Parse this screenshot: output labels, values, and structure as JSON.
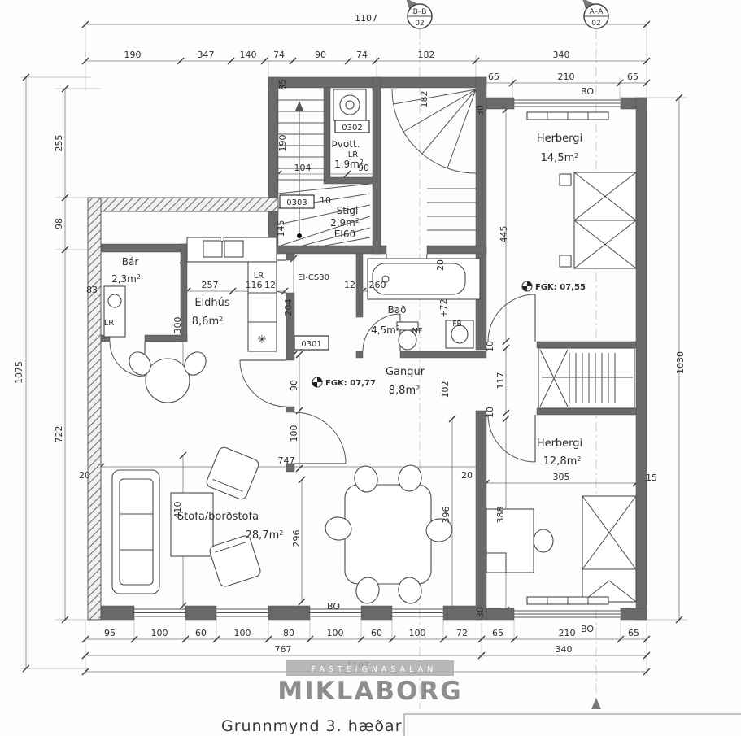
{
  "title": "Grunnmynd 3. hæðar",
  "branding": {
    "tagline": "FASTEIGNASALAN",
    "brand": "MIKLABORG"
  },
  "markers": {
    "bb_label": "B–B",
    "bb_num": "02",
    "aa_label": "A–A",
    "aa_num": "02"
  },
  "levels": {
    "hall": "FGK: 07,77",
    "bedroom": "FGK: 07,55"
  },
  "rooms": {
    "laundry": {
      "num": "0302",
      "name": "Þvott.",
      "lr": "LR",
      "area": "1,9m",
      "sup": "2"
    },
    "stairwell": {
      "num": "0303",
      "name": "Stigi",
      "area": "2,9m",
      "sup": "2",
      "fire": "EI60"
    },
    "bedroom1": {
      "name": "Herbergi",
      "area": "14,5m",
      "sup": "2"
    },
    "bedroom2": {
      "name": "Herbergi",
      "area": "12,8m",
      "sup": "2"
    },
    "bar": {
      "name": "Bár",
      "area": "2,3m",
      "sup": "2",
      "lr": "LR"
    },
    "kitchen": {
      "name": "Eldhús",
      "area": "8,6m",
      "sup": "2",
      "lr": "LR"
    },
    "bath": {
      "name": "Bað",
      "area": "4,5m",
      "sup": "2",
      "nf": "NF"
    },
    "hall": {
      "num": "0301",
      "name": "Gangur",
      "area": "8,8m",
      "sup": "2"
    },
    "living": {
      "name": "Stofa/borðstofa",
      "area": "28,7m",
      "sup": "2"
    }
  },
  "annotations": {
    "fire_door": "EI-CS30",
    "fb": "FB",
    "window": "BO",
    "stove": "✳"
  },
  "dims": {
    "top_total": "1107",
    "top": [
      "190",
      "347",
      "140",
      "74",
      "90",
      "74",
      "182",
      "340"
    ],
    "top_right": [
      "65",
      "210",
      "65"
    ],
    "left_total": "1075",
    "left": [
      "255",
      "98",
      "722"
    ],
    "left_small": "83",
    "right_total": "1030",
    "bottom": [
      "95",
      "100",
      "60",
      "100",
      "80",
      "100",
      "60",
      "100",
      "72",
      "65",
      "210",
      "65"
    ],
    "bottom_sub": [
      "767",
      "340"
    ],
    "bottom_total": "1107",
    "stair_v": [
      "85",
      "190",
      "145"
    ],
    "stair_h": [
      "104",
      "90",
      "10"
    ],
    "stairwell_v": [
      "182",
      "30",
      "30"
    ],
    "kitchen_h": [
      "257",
      "116",
      "12",
      "12",
      "260"
    ],
    "kitchen_v": [
      "300",
      "204"
    ],
    "hall_v": [
      "20",
      "+72",
      "102",
      "90",
      "100"
    ],
    "mid_h": [
      "747",
      "305"
    ],
    "gaps": [
      "20",
      "20",
      "15"
    ],
    "right_v": [
      "445",
      "117",
      "10",
      "10",
      "388",
      "396"
    ],
    "living_v": [
      "410",
      "296"
    ]
  }
}
